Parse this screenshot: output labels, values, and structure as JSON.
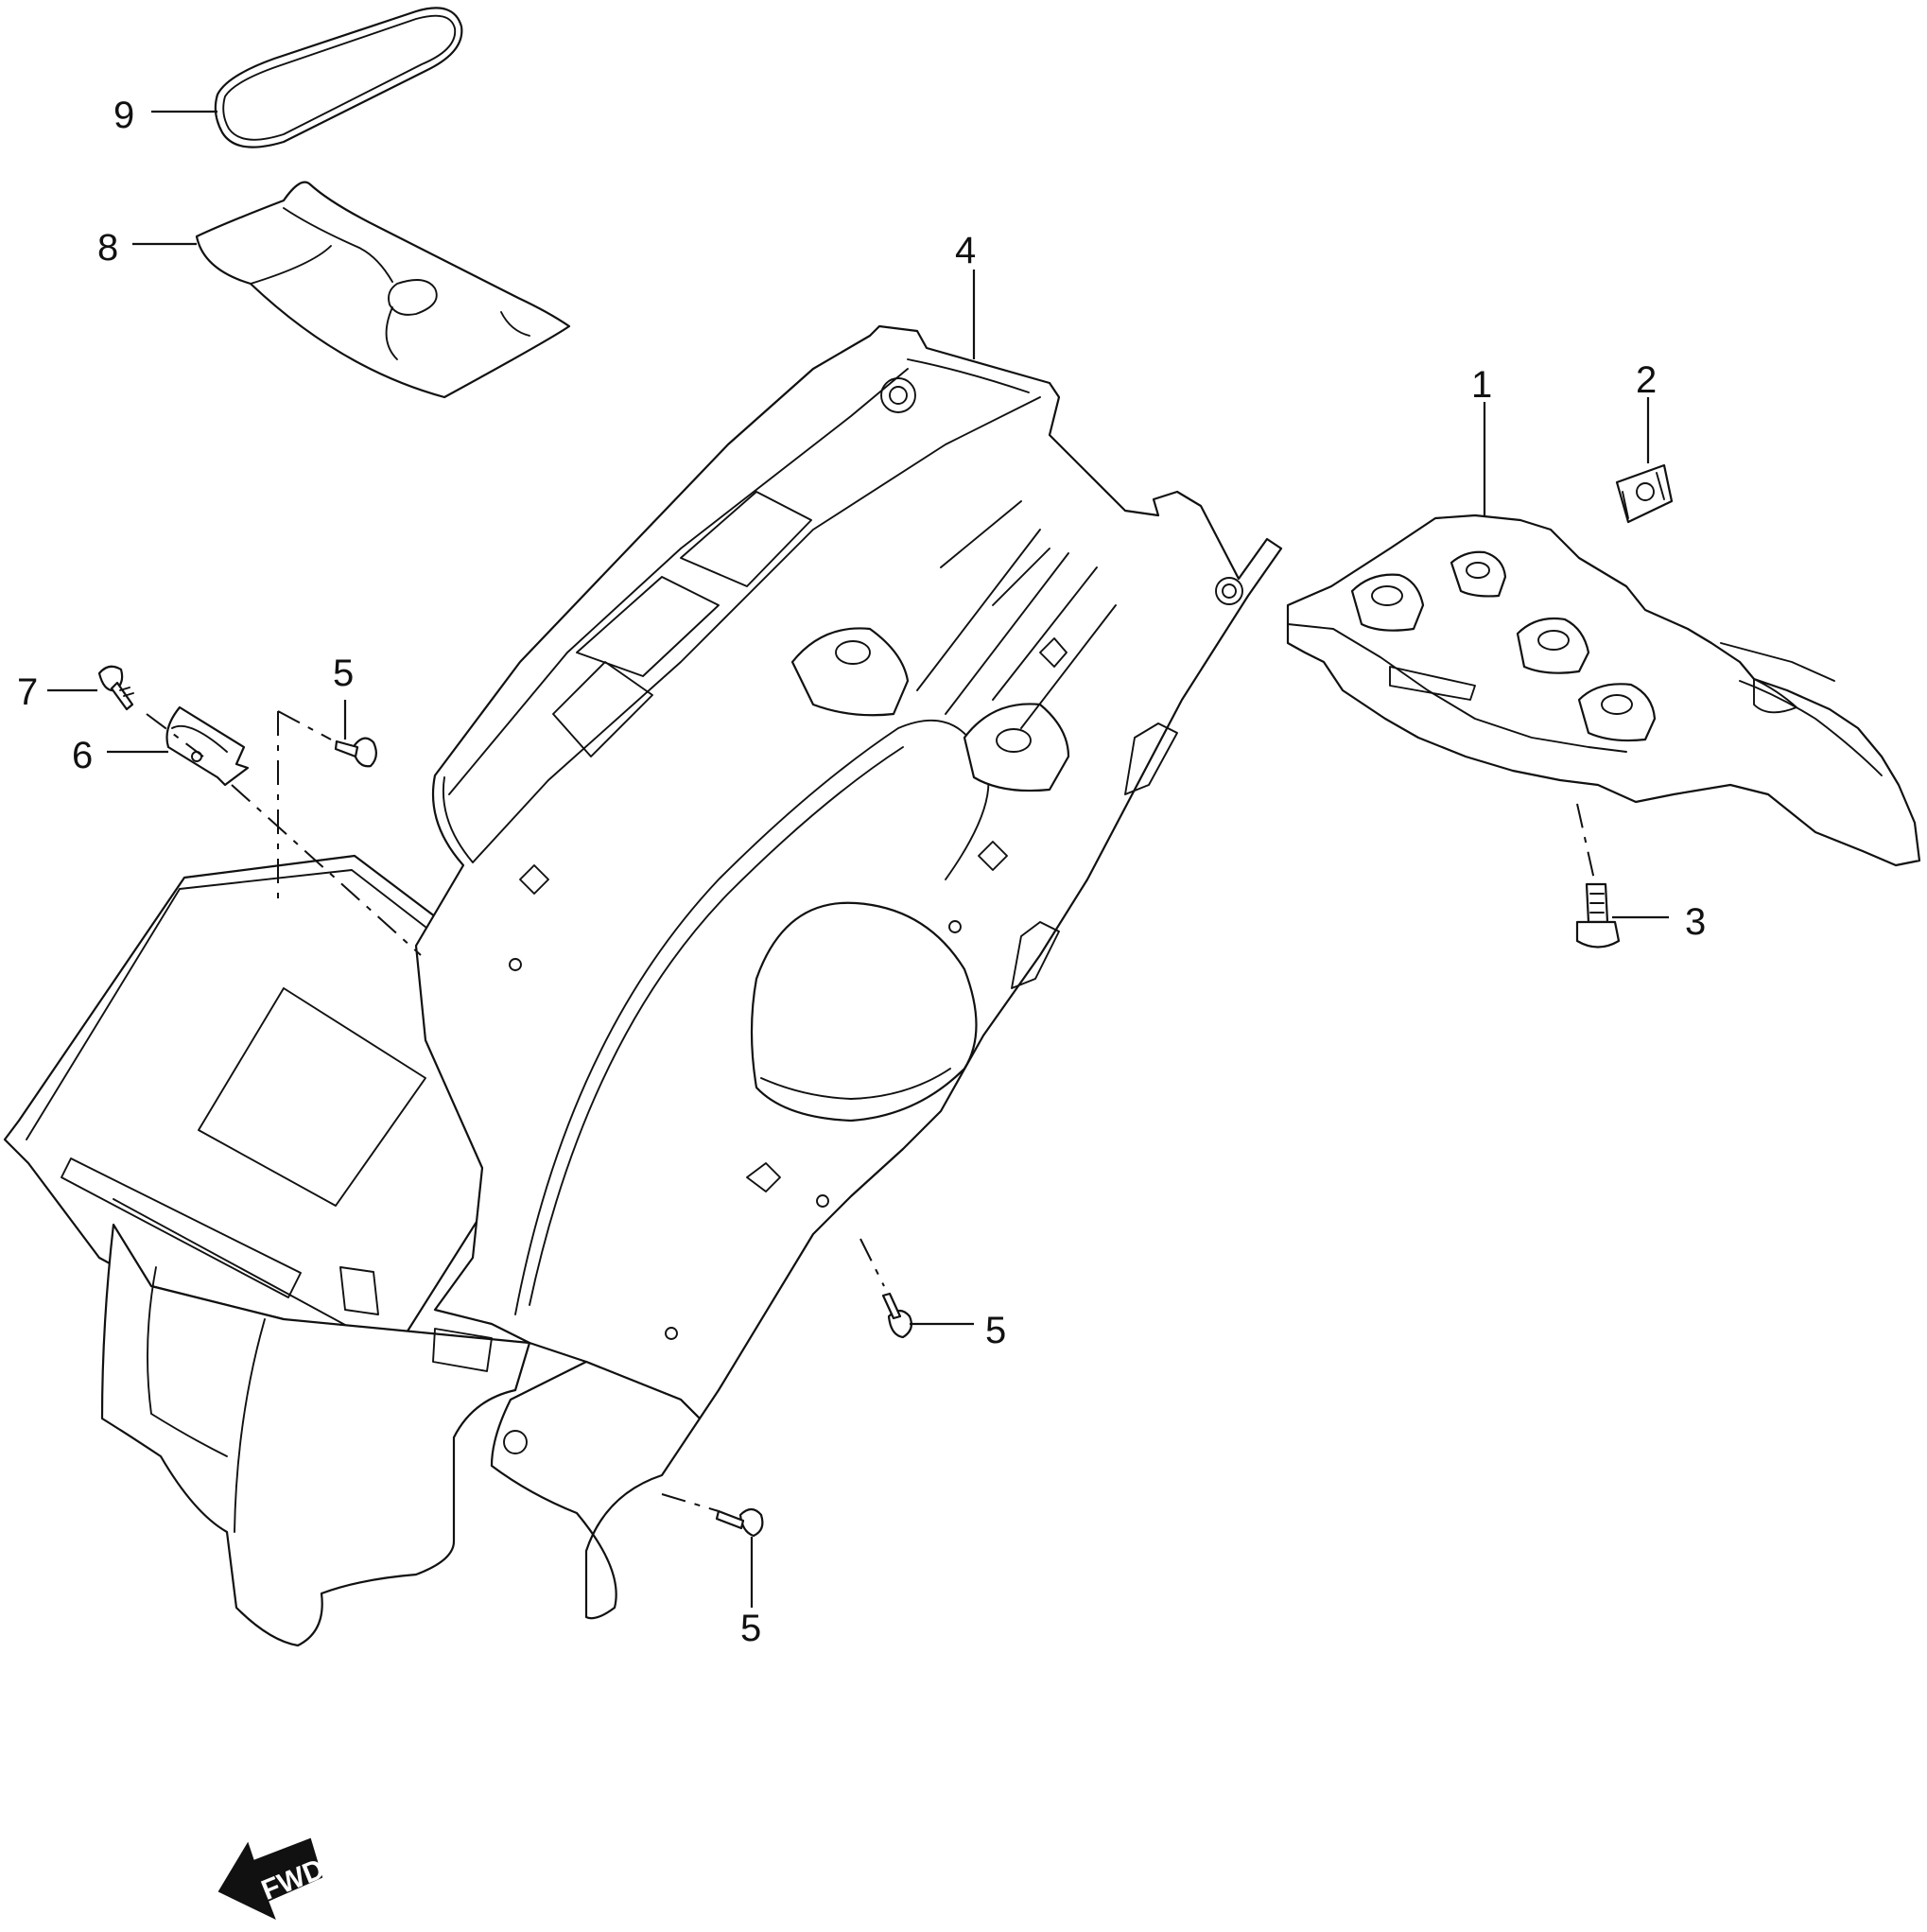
{
  "callouts": {
    "c1": "1",
    "c2": "2",
    "c3": "3",
    "c4": "4",
    "c5a": "5",
    "c5b": "5",
    "c5c": "5",
    "c6": "6",
    "c7": "7",
    "c8": "8",
    "c9": "9"
  },
  "direction_label": "FWD"
}
